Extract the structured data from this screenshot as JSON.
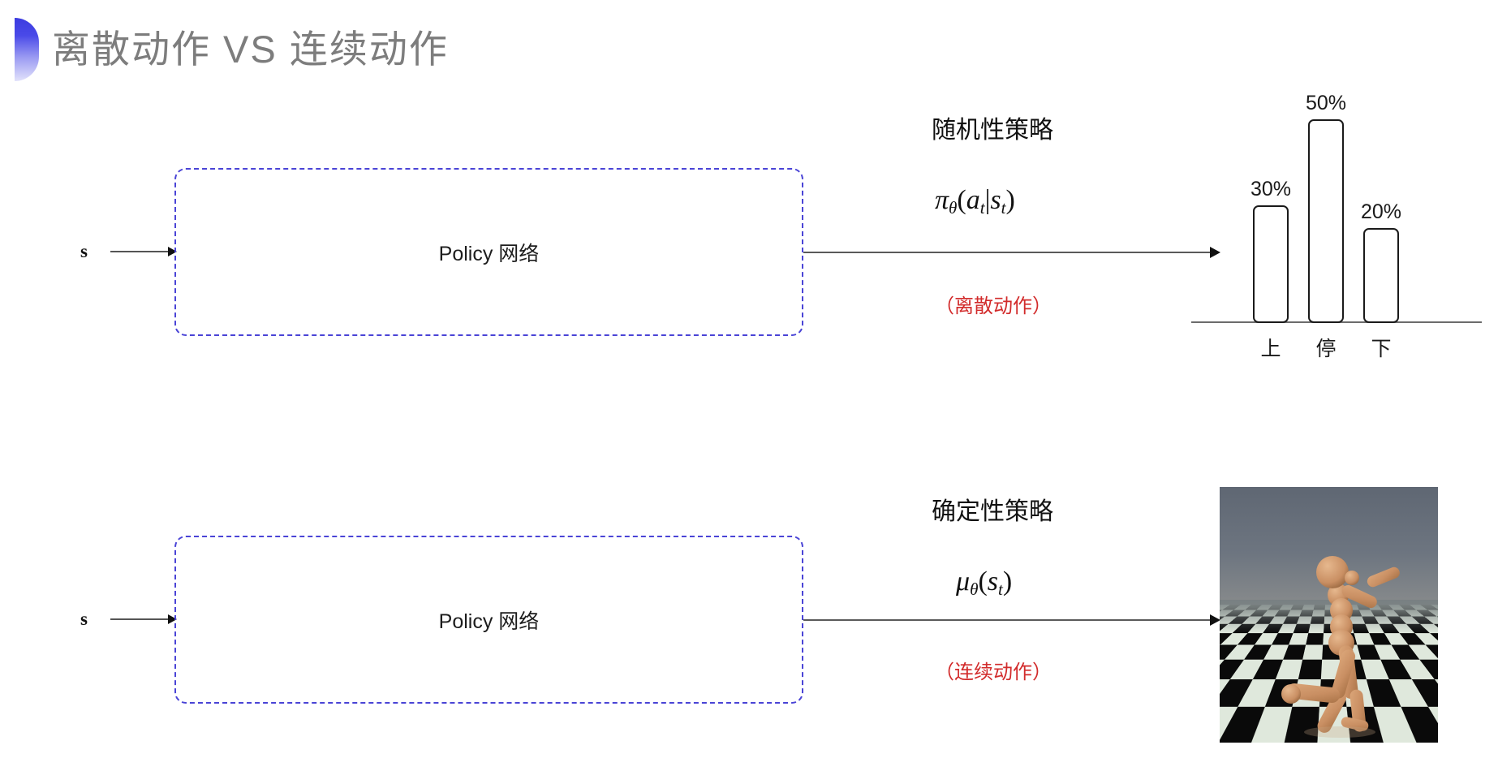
{
  "slide": {
    "title": "离散动作 VS 连续动作",
    "title_color": "#7d7d7d",
    "accent_color": "#3b3be0",
    "background": "#ffffff"
  },
  "rows": {
    "top": {
      "input_label": "s",
      "box_label": "Policy 网络",
      "caption_title": "随机性策略",
      "caption_formula": "πθ(at|st)",
      "caption_formula_parts": {
        "fn": "π",
        "param": "θ",
        "open": "(",
        "arg1": "a",
        "arg1_sub": "t",
        "bar": "|",
        "arg2": "s",
        "arg2_sub": "t",
        "close": ")"
      },
      "caption_note": "（离散动作）",
      "note_color": "#d22b2b"
    },
    "bottom": {
      "input_label": "s",
      "box_label": "Policy 网络",
      "caption_title": "确定性策略",
      "caption_formula": "μθ(st)",
      "caption_formula_parts": {
        "fn": "μ",
        "param": "θ",
        "open": "(",
        "arg1": "s",
        "arg1_sub": "t",
        "close": ")"
      },
      "caption_note": "（连续动作）",
      "note_color": "#d22b2b"
    }
  },
  "chart_data": {
    "type": "bar",
    "title": "",
    "xlabel": "",
    "ylabel": "",
    "categories": [
      "上",
      "停",
      "下"
    ],
    "values": [
      30,
      50,
      20
    ],
    "value_labels": [
      "30%",
      "50%",
      "20%"
    ],
    "ylim": [
      0,
      60
    ],
    "grid": false,
    "legend": "none",
    "bar_fill": "#ffffff",
    "bar_stroke": "#1a1a1a",
    "axis_color": "#6c6c6c"
  },
  "humanoid": {
    "alt": "MuJoCo humanoid running on checkerboard floor",
    "sky_color": "#6d7580",
    "floor_light": "#dfe8dc",
    "floor_dark": "#0a0a0a",
    "body_color": "#c98f63"
  }
}
